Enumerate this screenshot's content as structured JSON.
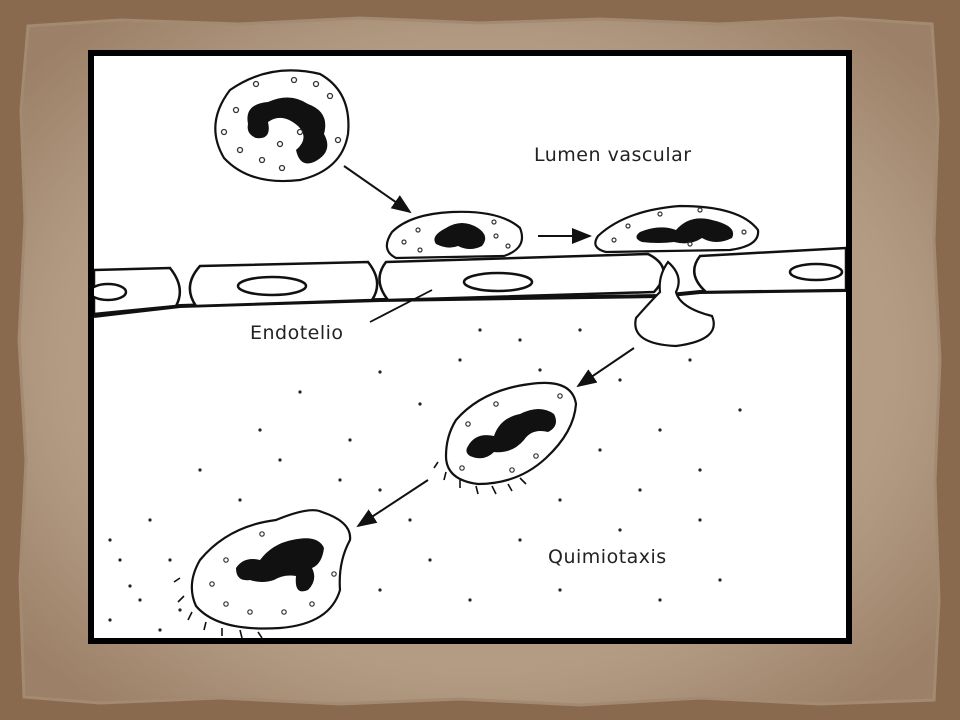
{
  "slide": {
    "background_color": "#8a6a4e",
    "paper_color": "#b59d85",
    "frame_color": "#000000"
  },
  "diagram": {
    "labels": {
      "lumen": "Lumen vascular",
      "endothelium": "Endotelio",
      "chemotaxis": "Quimiotaxis"
    }
  }
}
